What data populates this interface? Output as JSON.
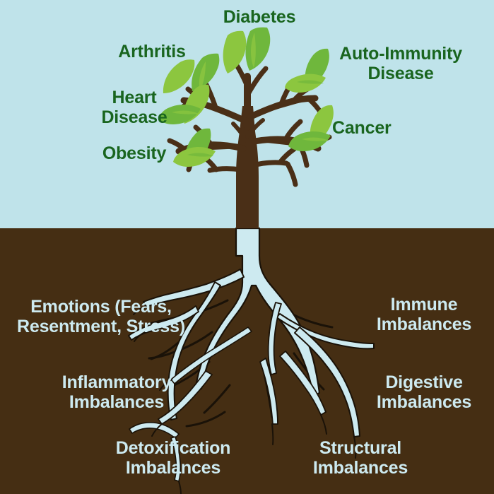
{
  "figure": {
    "kind": "concept-diagram",
    "subject": "tree-with-roots"
  },
  "colors": {
    "sky": "#bfe3ea",
    "soil": "#452e13",
    "trunk": "#4a2f17",
    "branch": "#4a2f17",
    "leaf_light": "#8cc63f",
    "leaf_dark": "#6fb73c",
    "root": "#cdeaf0",
    "root_outline": "#1a1208",
    "canopy_text": "#19651f",
    "root_text": "#cdeaf0"
  },
  "canopy": {
    "region_name": "above-ground-diseases",
    "labels": [
      {
        "id": "diabetes",
        "text": "Diabetes",
        "align": "center"
      },
      {
        "id": "arthritis",
        "text": "Arthritis",
        "align": "center"
      },
      {
        "id": "auto-immunity",
        "text": "Auto-Immunity\nDisease",
        "align": "center"
      },
      {
        "id": "heart-disease",
        "text": "Heart\nDisease",
        "align": "center"
      },
      {
        "id": "cancer",
        "text": "Cancer",
        "align": "left"
      },
      {
        "id": "obesity",
        "text": "Obesity",
        "align": "center"
      }
    ]
  },
  "roots": {
    "region_name": "below-ground-imbalances",
    "labels": [
      {
        "id": "emotions",
        "text": "Emotions (Fears,\nResentment, Stress)",
        "align": "center"
      },
      {
        "id": "immune",
        "text": "Immune\nImbalances",
        "align": "center"
      },
      {
        "id": "inflammatory",
        "text": "Inflammatory\nImbalances",
        "align": "center"
      },
      {
        "id": "digestive",
        "text": "Digestive\nImbalances",
        "align": "center"
      },
      {
        "id": "detoxification",
        "text": "Detoxification\nImbalances",
        "align": "center"
      },
      {
        "id": "structural",
        "text": "Structural\nImbalances",
        "align": "center"
      }
    ]
  }
}
